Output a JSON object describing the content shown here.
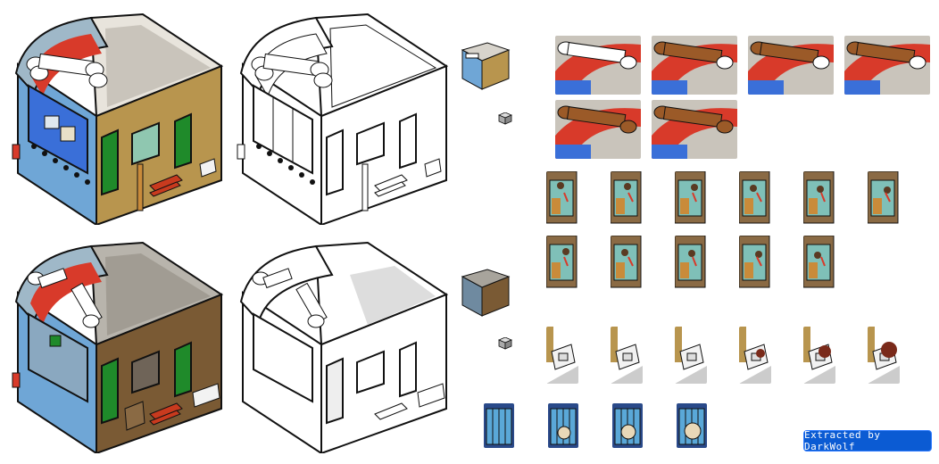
{
  "credit": {
    "text": "Extracted by DarkWolf"
  },
  "colors": {
    "wall_blue": "#6fa6d6",
    "wall_tan": "#b8954e",
    "awning_red": "#d83a2a",
    "door_green": "#1f8a2a",
    "bench_red": "#c83a1e",
    "outline": "#111111",
    "sausage": "#9b5a28",
    "banner_bg": "#0b5bd3"
  },
  "sheet": {
    "rows": [
      "building-color-clean",
      "building-color-dirty"
    ],
    "sign_frames": 6,
    "window_frames_row1": 6,
    "window_frames_row2": 5,
    "kennel_frames": 6,
    "cage_frames": 4
  }
}
